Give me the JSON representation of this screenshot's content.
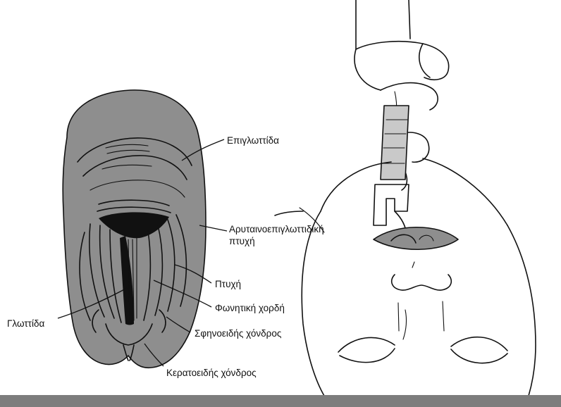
{
  "labels": {
    "epiglottis": "Επιγλωττίδα",
    "aryepiglottic_fold_line1": "Αρυταινοεπιγλωττιδική",
    "aryepiglottic_fold_line2": "πτυχή",
    "fold": "Πτυχή",
    "vocal_cord": "Φωνητική χορδή",
    "glottis": "Γλωττίδα",
    "cuneiform_cartilage": "Σφηνοειδής χόνδρος",
    "corniculate_cartilage": "Κερατοειδής χόνδρος"
  },
  "colors": {
    "tissue_shade": "#8e8e8e",
    "line": "#111111",
    "bottom_bar": "#7d7d7d",
    "background": "#ffffff"
  }
}
